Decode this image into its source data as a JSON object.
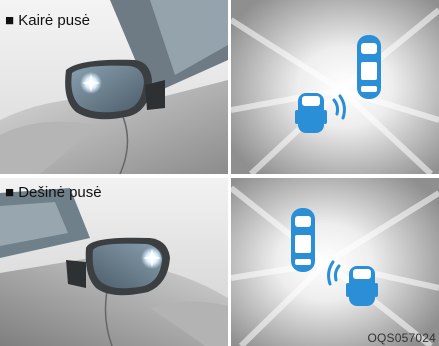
{
  "sections": [
    {
      "label": "■ Kairė pusė"
    },
    {
      "label": "■ Dešinė pusė"
    }
  ],
  "figure_code": "OQS057024",
  "colors": {
    "car_blue": "#2a8fd6",
    "radar_gray": "#9a9a9a",
    "warning_glow": "#ffffff"
  }
}
